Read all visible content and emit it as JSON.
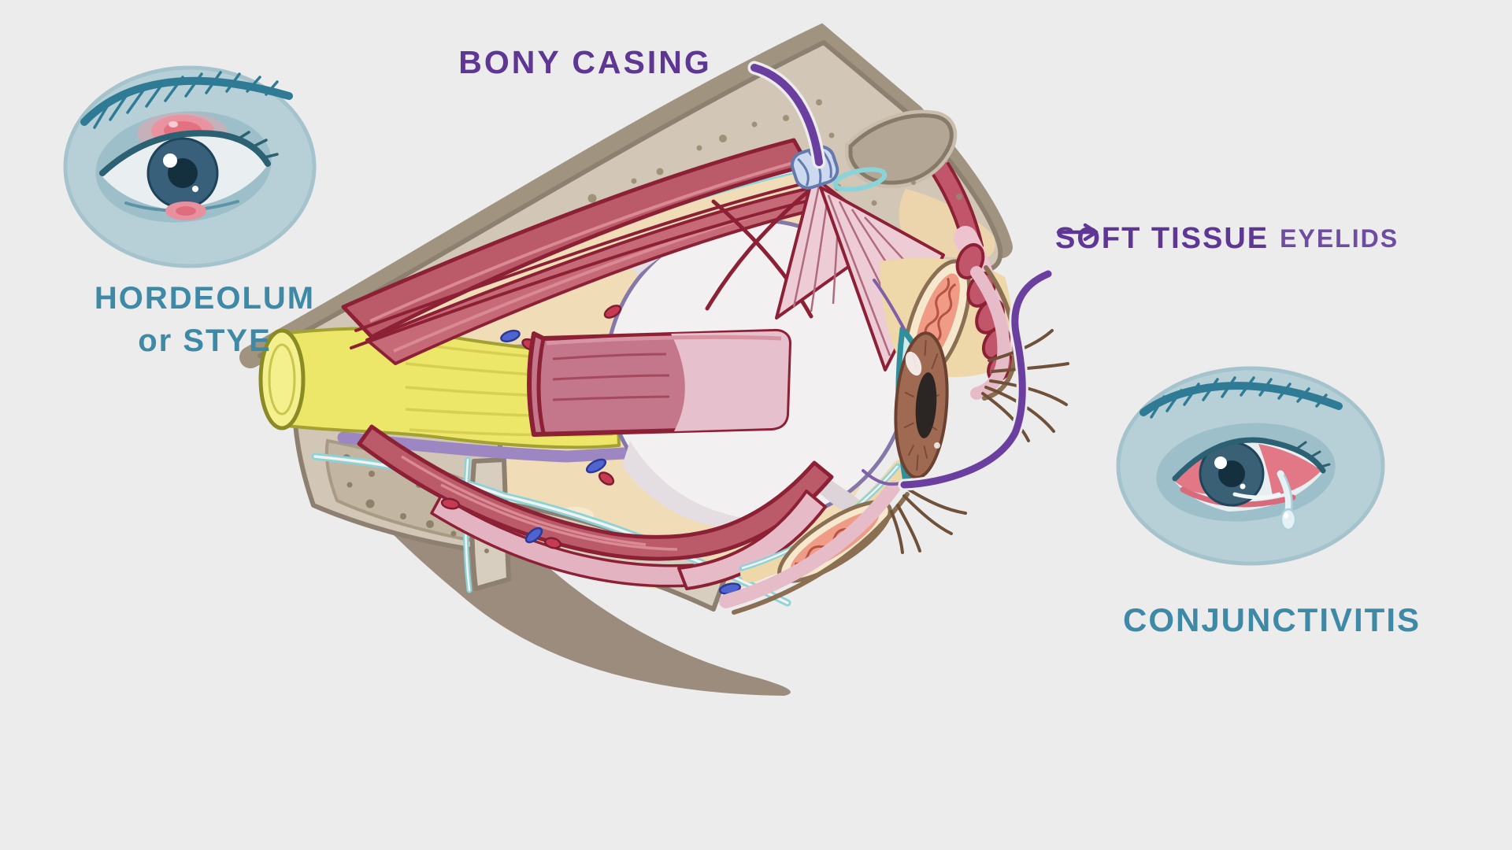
{
  "labels": {
    "bony_casing": "BONY CASING",
    "soft_tissue": "SOFT TISSUE",
    "eyelids": "EYELIDS",
    "hordeolum": {
      "line1": "HORDEOLUM",
      "line2": "or STYE"
    },
    "conjunctivitis": "CONJUNCTIVITIS"
  },
  "palette": {
    "background": "#edecec",
    "label_purple": "#5e3794",
    "label_purple_light": "#6e4da1",
    "label_teal": "#3e8aa6",
    "pointer_purple": "#6a3fa0",
    "bone_fill": "#d2c7b7",
    "bone_outline": "#8d8071",
    "bone_outer_band": "#a0937f",
    "sinus_cavity": "#b3a695",
    "fat_yellow": "#f0dcb6",
    "muscle_red": "#bb5a68",
    "muscle_outline": "#8c2136",
    "muscle_cut_pink": "#e6c0cc",
    "optic_nerve_yellow": "#ece768",
    "nerve_sheath_purple": "#9d87c2",
    "sclera_white": "#f3f0f1",
    "cornea_teal": "#2f8f9b",
    "iris_brown": "#a06a52",
    "conjunctiva_cyan": "#8ad3d9",
    "skin_pink": "#e7bcc9",
    "tarsal_coral": "#ef9b85",
    "face_blue": "#b7d0d8",
    "eyebrow_teal": "#2f7b95",
    "stye_red": "#e4717f",
    "vessel_red": "#c73a52",
    "vessel_blue": "#4f64cf"
  }
}
